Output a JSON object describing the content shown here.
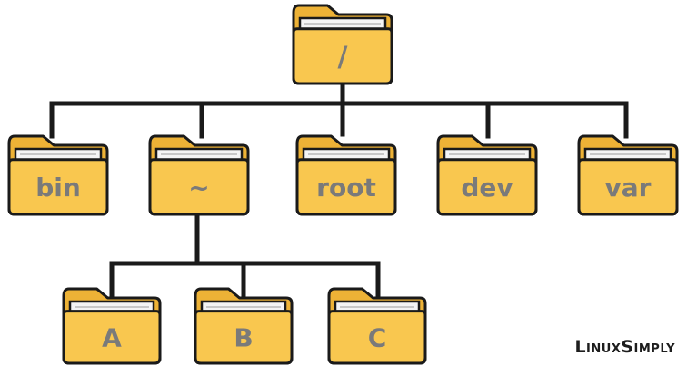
{
  "tree": {
    "root": {
      "label": "/"
    },
    "level1": [
      {
        "label": "bin"
      },
      {
        "label": "~"
      },
      {
        "label": "root"
      },
      {
        "label": "dev"
      },
      {
        "label": "var"
      }
    ],
    "home_children": [
      {
        "label": "A"
      },
      {
        "label": "B"
      },
      {
        "label": "C"
      }
    ]
  },
  "brand": {
    "text": "LinuxSimply"
  },
  "colors": {
    "folder_fill": "#F9C74F",
    "folder_dark": "#EDB236",
    "outline": "#1a1a1a",
    "paper": "#F4F4F4",
    "label": "#7a7a7a"
  }
}
